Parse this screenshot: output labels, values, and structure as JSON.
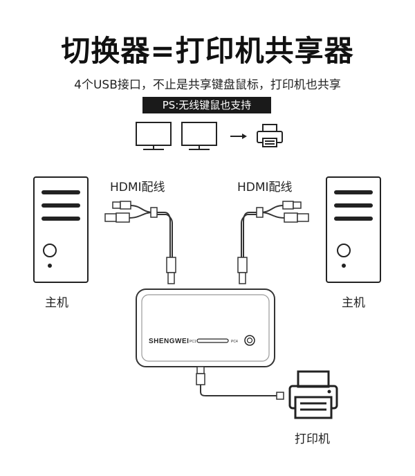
{
  "title": "切换器=打印机共享器",
  "subtitle": "4个USB接口，不止是共享键盘鼠标，打印机也共享",
  "note": "PS:无线键鼠也支持",
  "cable_label_left": "HDMI配线",
  "cable_label_right": "HDMI配线",
  "host_left_label": "主机",
  "host_right_label": "主机",
  "printer_label": "打印机",
  "device": {
    "brand": "SHENGWEI",
    "port_left": "PC1",
    "port_right": "PC4"
  },
  "icons": [
    "monitor-icon",
    "monitor-icon",
    "arrow-right-icon",
    "printer-icon",
    "computer-tower-icon",
    "usb-plug-icon",
    "hdmi-plug-icon",
    "power-button-icon"
  ]
}
